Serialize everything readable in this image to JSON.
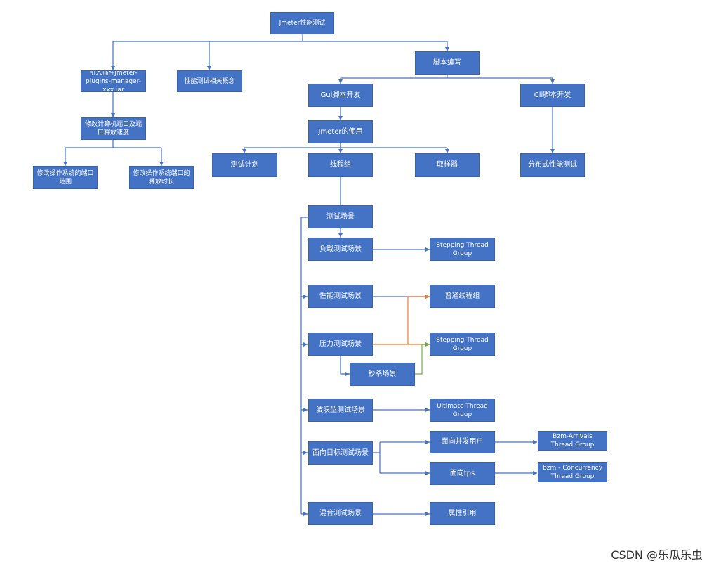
{
  "diagram": {
    "nodes": {
      "root": "Jmeter性能测试",
      "plugin": "引入插件jmeter-plugins-manager-xxx.jar",
      "concept": "性能测试相关概念",
      "script": "脚本编写",
      "port": "修改计算机端口及端口释放速度",
      "port_range": "修改操作系统的端口范围",
      "port_release": "修改操作系统端口的释放时长",
      "gui": "Gui脚本开发",
      "cli": "Cli脚本开发",
      "jmeter_use": "Jmeter的使用",
      "test_plan": "测试计划",
      "thread_group": "线程组",
      "sampler": "取样器",
      "distributed": "分布式性能测试",
      "scenario": "测试场景",
      "load": "负载测试场景",
      "stepping1": "Stepping Thread Group",
      "perf": "性能测试场景",
      "normal_tg": "普通线程组",
      "stress": "压力测试场景",
      "stepping2": "Stepping Thread Group",
      "flash": "秒杀场景",
      "wave": "波浪型测试场景",
      "ultimate": "Ultimate Thread Group",
      "goal": "面向目标测试场景",
      "concurrent": "面向并发用户",
      "arrivals": "Bzm-Arrivals  Thread Group",
      "tps": "面向tps",
      "concurrency": "bzm - Concurrency Thread Group",
      "mixed": "混合测试场景",
      "attr": "属性引用"
    },
    "colors": {
      "node_fill": "#4472c4",
      "connector": "#4472c4",
      "connector_orange": "#ed7d31",
      "connector_green": "#70ad47"
    }
  },
  "watermark": "CSDN @乐瓜乐虫"
}
